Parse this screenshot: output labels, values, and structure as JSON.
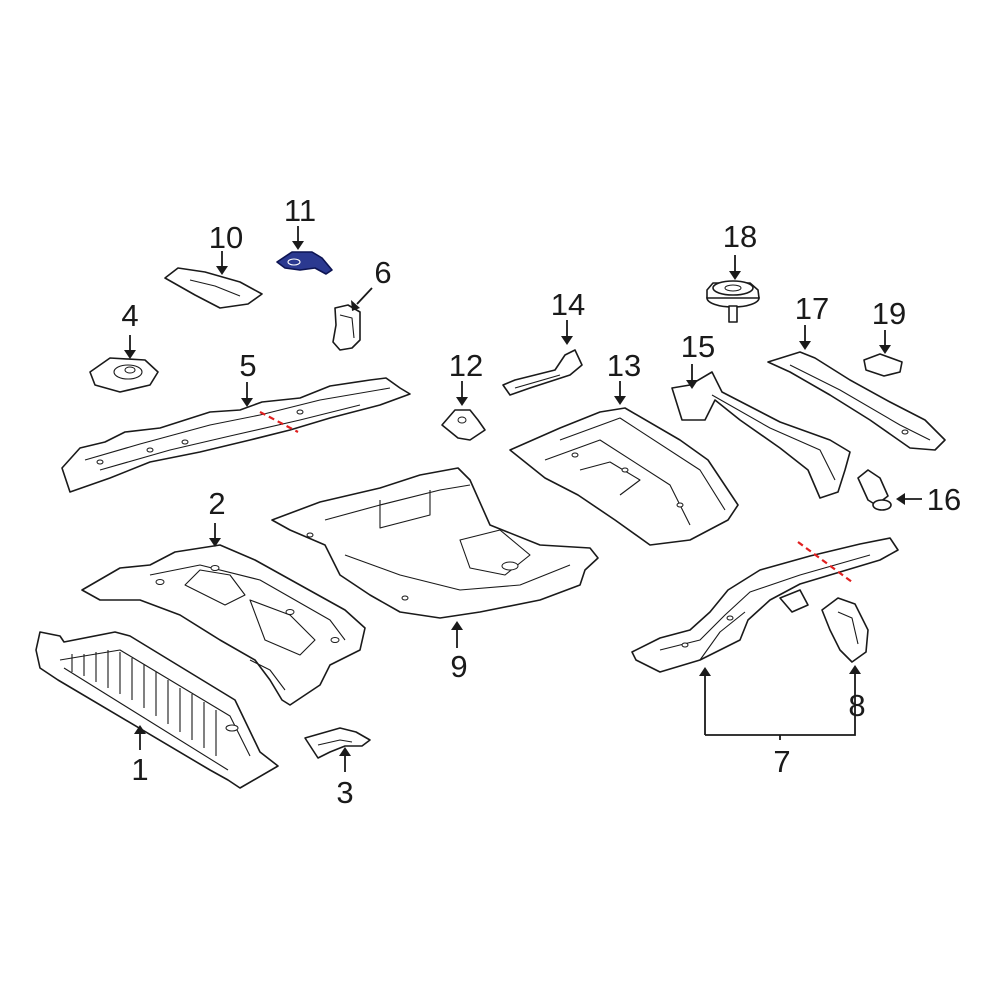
{
  "diagram": {
    "callouts": [
      {
        "id": "1",
        "label": "1"
      },
      {
        "id": "2",
        "label": "2"
      },
      {
        "id": "3",
        "label": "3"
      },
      {
        "id": "4",
        "label": "4"
      },
      {
        "id": "5",
        "label": "5"
      },
      {
        "id": "6",
        "label": "6"
      },
      {
        "id": "7",
        "label": "7"
      },
      {
        "id": "8",
        "label": "8"
      },
      {
        "id": "9",
        "label": "9"
      },
      {
        "id": "10",
        "label": "10"
      },
      {
        "id": "11",
        "label": "11"
      },
      {
        "id": "12",
        "label": "12"
      },
      {
        "id": "13",
        "label": "13"
      },
      {
        "id": "14",
        "label": "14"
      },
      {
        "id": "15",
        "label": "15"
      },
      {
        "id": "16",
        "label": "16"
      },
      {
        "id": "17",
        "label": "17"
      },
      {
        "id": "18",
        "label": "18"
      },
      {
        "id": "19",
        "label": "19"
      }
    ],
    "highlighted_part": "11",
    "colors": {
      "line": "#1a1a1a",
      "highlight": "#2b3990",
      "cut_mark": "#e02020",
      "background": "#ffffff"
    }
  }
}
